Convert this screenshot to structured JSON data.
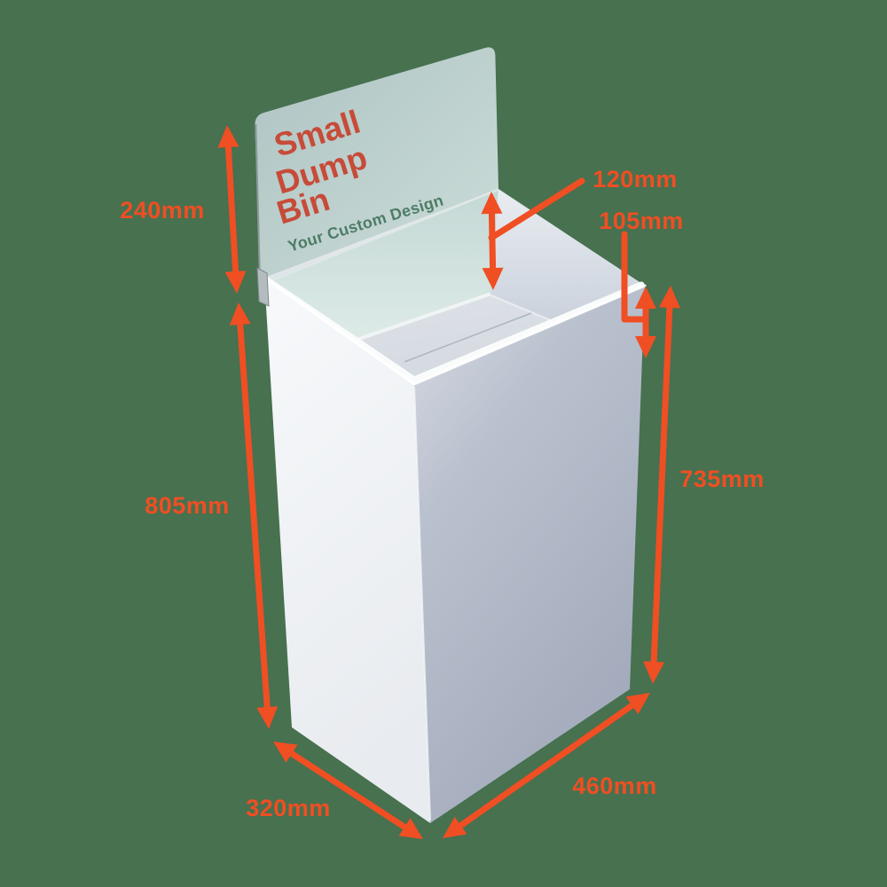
{
  "diagram": {
    "product": "Small Dump Bin",
    "panel": {
      "title_line1": "Small",
      "title_line2": "Dump",
      "title_line3": "Bin",
      "subtitle": "Your Custom Design"
    },
    "dimensions": {
      "panel_height": "240mm",
      "opening_depth": "120mm",
      "front_drop": "105mm",
      "back_height": "805mm",
      "front_height": "735mm",
      "base_length": "460mm",
      "base_depth": "320mm"
    },
    "colors": {
      "accent": "#F04E23",
      "title_red": "#C74B38",
      "subtitle_green": "#4E7C67",
      "panel_mint": "#BCD0CE",
      "bin_light_face": "#F1F3F6",
      "bin_shaded_face": "#A5ADBE",
      "background_green": "#47714F"
    }
  }
}
